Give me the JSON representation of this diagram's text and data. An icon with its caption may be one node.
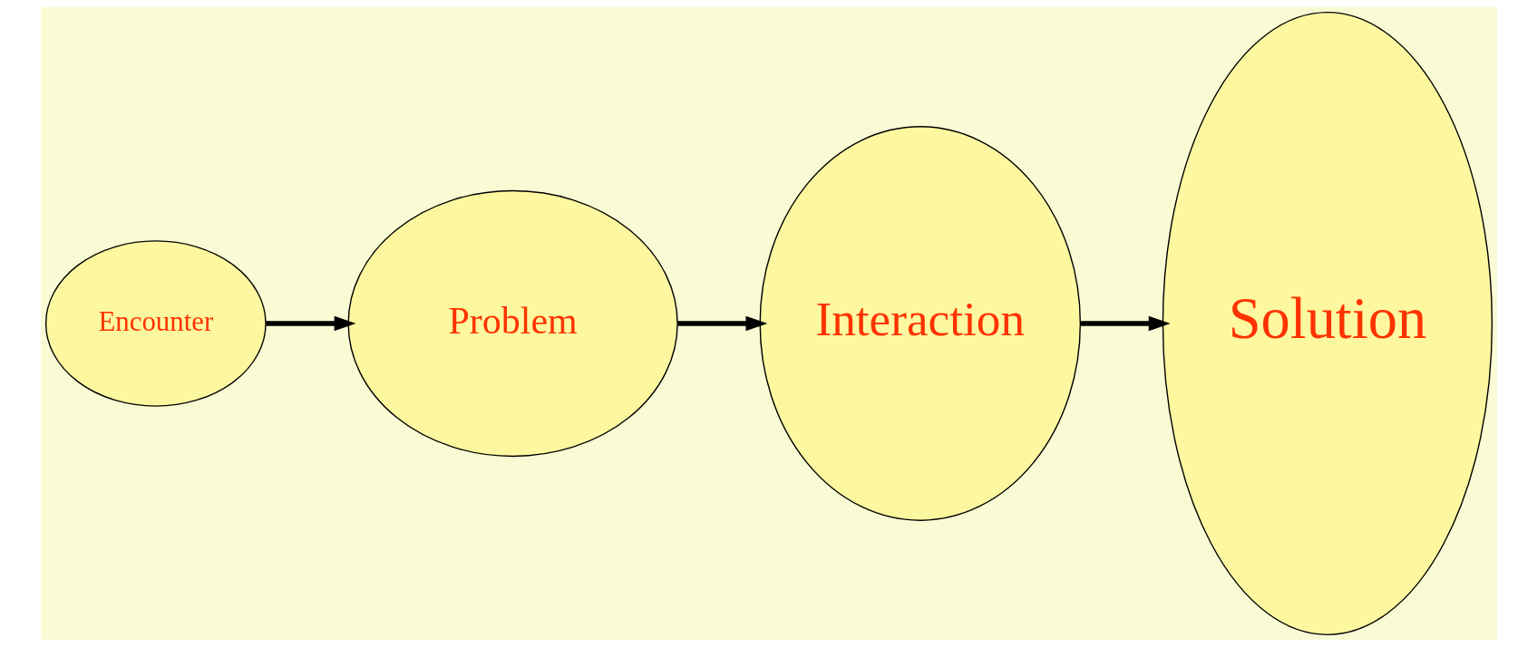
{
  "diagram": {
    "nodes": [
      {
        "text": [
          "Encounter"
        ]
      },
      {
        "text": [
          "Problem"
        ]
      },
      {
        "text": [
          "Interaction"
        ]
      },
      {
        "text": [
          "Solution"
        ]
      }
    ],
    "edges": [
      {
        "from": 0,
        "to": 1,
        "arrow": "to"
      },
      {
        "from": 1,
        "to": 2,
        "arrow": "to"
      },
      {
        "from": 2,
        "to": 3,
        "arrow": "to"
      }
    ]
  }
}
